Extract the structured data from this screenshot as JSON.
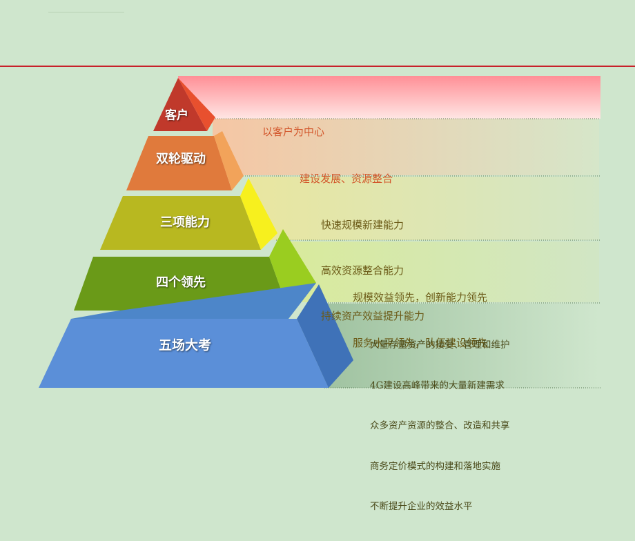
{
  "layers": [
    {
      "label": "客户",
      "lines": [
        "以客户为中心"
      ]
    },
    {
      "label": "双轮驱动",
      "lines": [
        "建设发展、资源整合"
      ]
    },
    {
      "label": "三项能力",
      "lines": [
        "快速规模新建能力",
        "高效资源整合能力",
        "持续资产效益提升能力"
      ]
    },
    {
      "label": "四个领先",
      "lines": [
        "规模效益领先，创新能力领先",
        "服务水平领先，队伍建设领先"
      ]
    },
    {
      "label": "五场大考",
      "lines": [
        "大量存量资产的接受、管理和维护",
        "4G建设高峰带来的大量新建需求",
        "众多资产资源的整合、改造和共享",
        "商务定价模式的构建和落地实施",
        "不断提升企业的效益水平"
      ]
    }
  ],
  "colors": {
    "background": "#cfe6cd",
    "rule": "#c8202a",
    "accent_text": "#d2552a",
    "body_text": "#6b5a17"
  }
}
